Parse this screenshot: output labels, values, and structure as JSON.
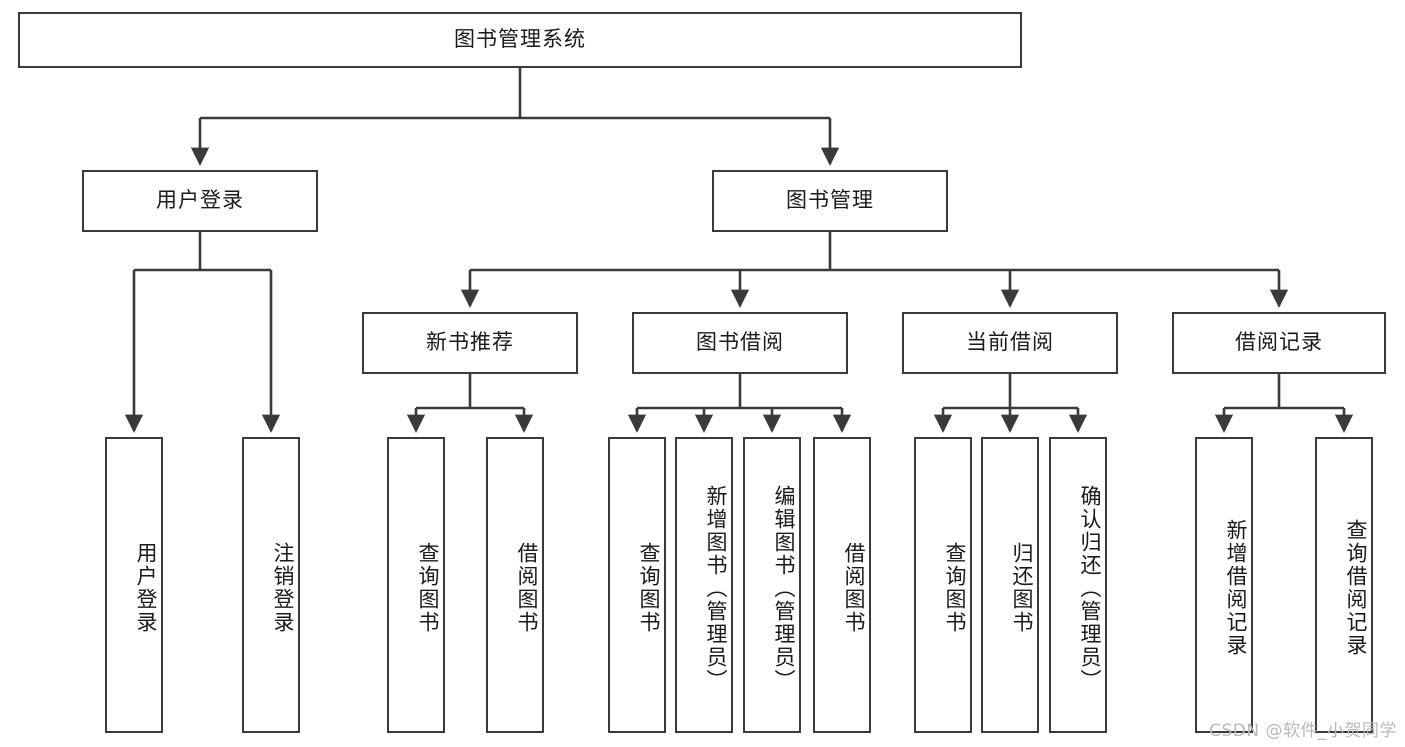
{
  "diagram": {
    "title": "图书管理系统",
    "type": "tree",
    "stroke_color": "#3a3a3a",
    "text_color": "#1a1a1a",
    "background_color": "#ffffff"
  },
  "nodes": {
    "root": {
      "label": "图书管理系统"
    },
    "level1": [
      {
        "label": "用户登录"
      },
      {
        "label": "图书管理"
      }
    ],
    "level2": [
      {
        "label": "新书推荐"
      },
      {
        "label": "图书借阅"
      },
      {
        "label": "当前借阅"
      },
      {
        "label": "借阅记录"
      }
    ],
    "leaves_user_login": [
      {
        "label": "用户登录"
      },
      {
        "label": "注销登录"
      }
    ],
    "leaves_new_book": [
      {
        "label": "查询图书"
      },
      {
        "label": "借阅图书"
      }
    ],
    "leaves_borrow": [
      {
        "label": "查询图书"
      },
      {
        "label": "新增图书（管理员）"
      },
      {
        "label": "编辑图书（管理员）"
      },
      {
        "label": "借阅图书"
      }
    ],
    "leaves_current": [
      {
        "label": "查询图书"
      },
      {
        "label": "归还图书"
      },
      {
        "label": "确认归还（管理员）"
      }
    ],
    "leaves_records": [
      {
        "label": "新增借阅记录"
      },
      {
        "label": "查询借阅记录"
      }
    ]
  },
  "watermark": {
    "text": "CSDN @软件_小贺同学"
  }
}
